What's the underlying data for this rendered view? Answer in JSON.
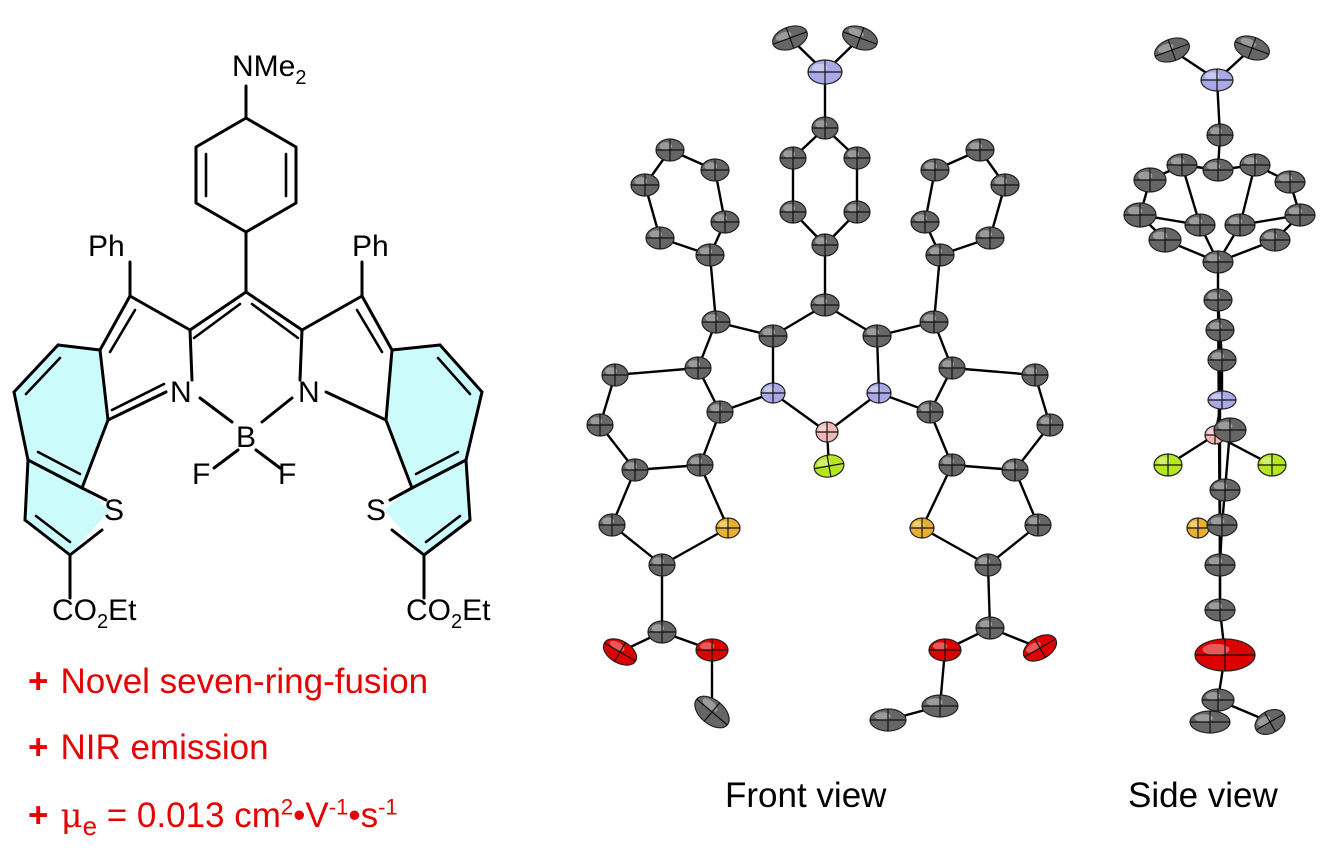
{
  "molecule": {
    "labels": {
      "nme2_n": "NMe",
      "nme2_sub": "2",
      "ph_left": "Ph",
      "ph_right": "Ph",
      "n_left": "N",
      "n_right": "N",
      "boron": "B",
      "f_left": "F",
      "f_right": "F",
      "s_left": "S",
      "s_right": "S",
      "ester_left_co": "CO",
      "ester_left_sub": "2",
      "ester_left_et": "Et",
      "ester_right_co": "CO",
      "ester_right_sub": "2",
      "ester_right_et": "Et"
    }
  },
  "features": [
    {
      "plus": "+",
      "text": "Novel seven-ring-fusion"
    },
    {
      "plus": "+",
      "text": "NIR emission"
    },
    {
      "plus": "+",
      "mu": "μ",
      "mu_sub": "e",
      "eq": " = 0.013 cm",
      "sup1": "2",
      "mid1": "•V",
      "sup2": "-1",
      "mid2": "•s",
      "sup3": "-1"
    }
  ],
  "captions": {
    "front": "Front view",
    "side": "Side view"
  },
  "colors": {
    "feature_text": "#e60000",
    "ring_highlight": "#ccfbfb",
    "carbon": "#666666",
    "nitrogen": "#a9a9e8",
    "boron": "#f2b8b8",
    "fluorine": "#b6e620",
    "sulfur": "#e8b030",
    "oxygen": "#dd0000"
  }
}
